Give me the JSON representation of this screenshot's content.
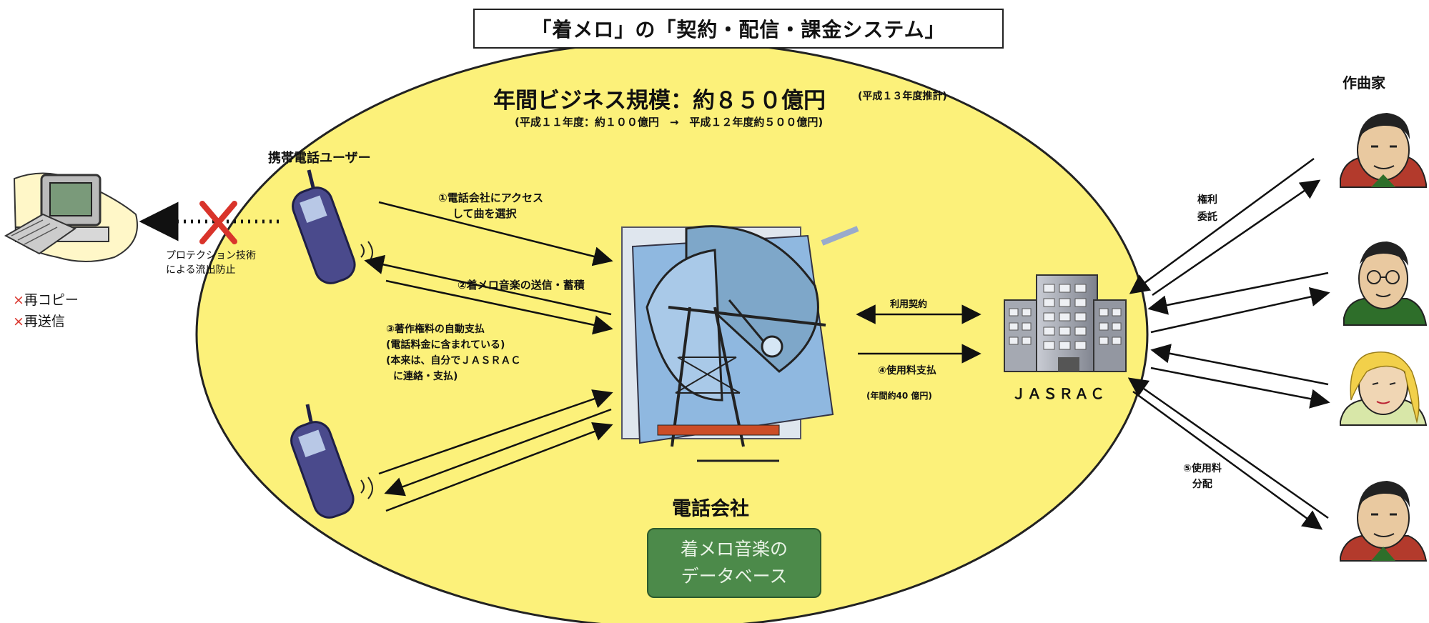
{
  "title": "「着メロ」の「契約・配信・課金システム」",
  "scale_heading": "年間ビジネス規模：約８５０億円",
  "scale_note": "(平成１３年度推計)",
  "scale_history": "(平成１１年度：約１００億円　→　平成１２年度約５００億円)",
  "users_label": "携帯電話ユーザー",
  "composers_label": "作曲家",
  "protection_label": [
    "プロテクション技術",
    "による流出防止"
  ],
  "prohibited": [
    {
      "mark": "×",
      "text": "再コピー"
    },
    {
      "mark": "×",
      "text": "再送信"
    }
  ],
  "step1": [
    "①電話会社にアクセス",
    "して曲を選択"
  ],
  "step2": "②着メロ音楽の送信・蓄積",
  "step3": [
    "③著作権料の自動支払",
    "(電話料金に含まれている)",
    "(本来は、自分でＪＡＳＲＡＣ",
    "に連絡・支払)"
  ],
  "usage_contract": "利用契約",
  "step4": "④使用料支払",
  "step4_note": "(年間約40 億円)",
  "jasrac": "ＪＡＳＲＡＣ",
  "rights_trust": [
    "権利",
    "委託"
  ],
  "step5": [
    "⑤使用料",
    "分配"
  ],
  "carrier": "電話会社",
  "database": [
    "着メロ音楽の",
    "データベース"
  ],
  "colors": {
    "ellipse_fill": "#fcf17a",
    "ellipse_stroke": "#222222",
    "database_fill": "#4c8a4a",
    "cross": "#d9342b",
    "phone": "#4a4a8c",
    "dish_blue": "#6aa8d8"
  }
}
